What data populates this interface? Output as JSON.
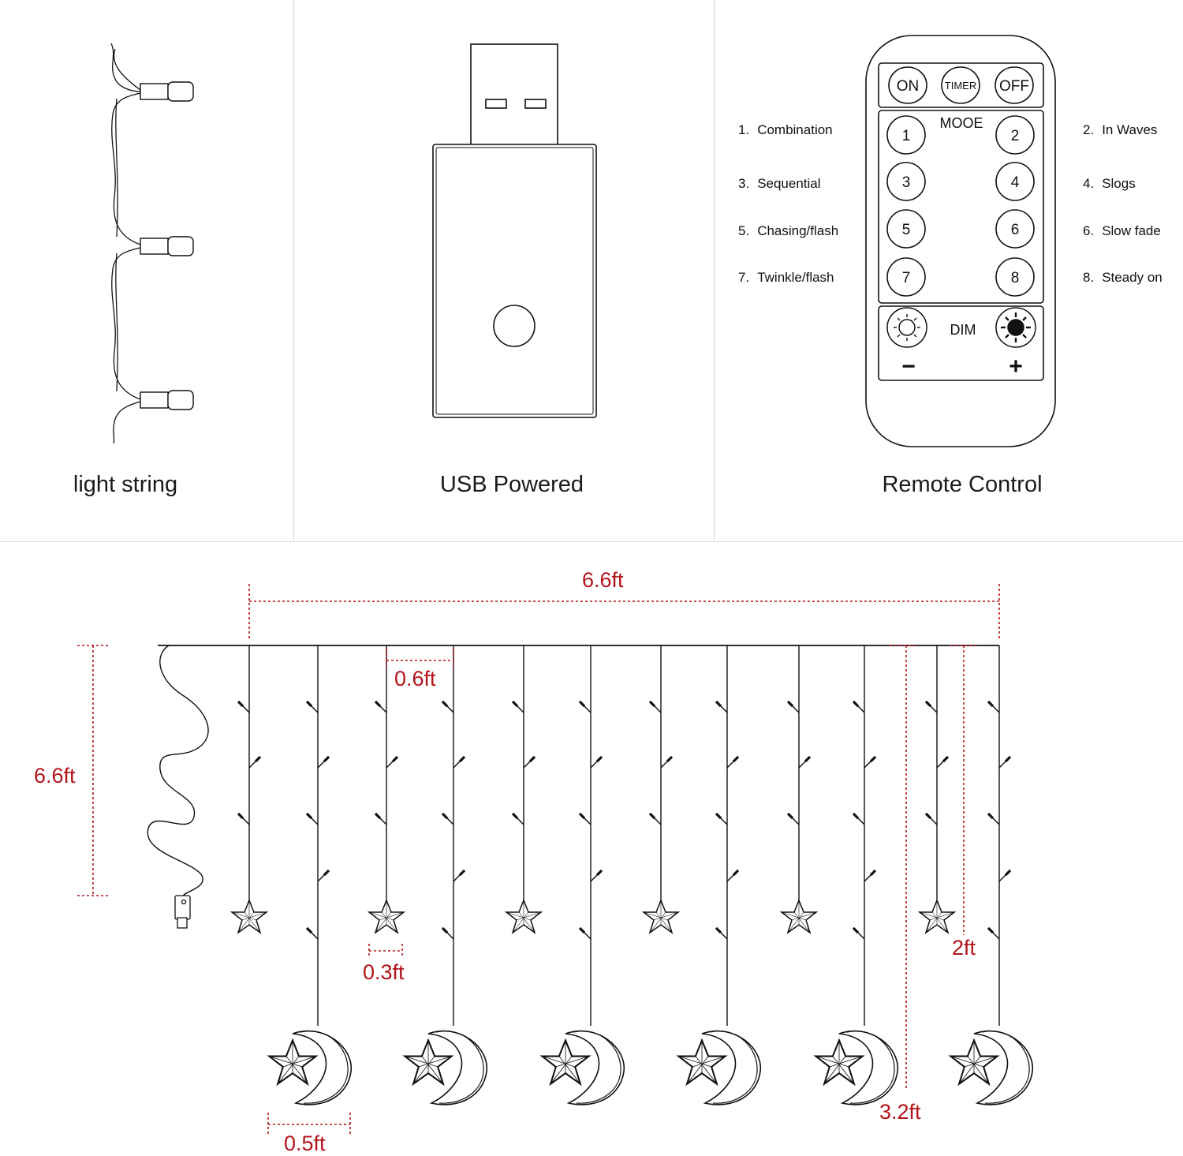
{
  "panels": {
    "light_string": {
      "caption": "light string"
    },
    "usb": {
      "caption": "USB Powered"
    },
    "remote": {
      "caption": "Remote Control",
      "buttons": {
        "on": "ON",
        "timer": "TIMER",
        "off": "OFF"
      },
      "mode_header": "MOOE",
      "mode_buttons": [
        "1",
        "2",
        "3",
        "4",
        "5",
        "6",
        "7",
        "8"
      ],
      "dim_label": "DIM",
      "minus": "−",
      "plus": "+",
      "modes_left": [
        {
          "num": "1.",
          "name": "Combination"
        },
        {
          "num": "3.",
          "name": "Sequential"
        },
        {
          "num": "5.",
          "name": "Chasing/flash"
        },
        {
          "num": "7.",
          "name": "Twinkle/flash"
        }
      ],
      "modes_right": [
        {
          "num": "2.",
          "name": "In Waves"
        },
        {
          "num": "4.",
          "name": "Slogs"
        },
        {
          "num": "6.",
          "name": "Slow fade"
        },
        {
          "num": "8.",
          "name": "Steady on"
        }
      ]
    }
  },
  "dimensions": {
    "total_width": "6.6ft",
    "height": "6.6ft",
    "strand_spacing": "0.6ft",
    "star_width": "0.3ft",
    "moon_width": "0.5ft",
    "short_strand": "2ft",
    "long_strand": "3.2ft"
  },
  "colors": {
    "line": "#111111",
    "dimension": "#b3131b",
    "divider": "#d9d9d9"
  }
}
